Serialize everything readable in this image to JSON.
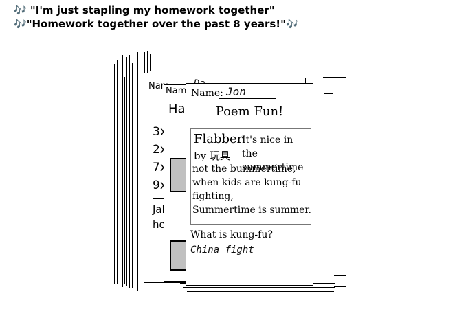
{
  "caption": {
    "line1_note": "🎶",
    "line1_text": "\"I'm just stapling my homework together\"",
    "line2_note_left": "🎶",
    "line2_text": "\"Homework together over the past 8 years!\"",
    "line2_note_right": "🎶"
  },
  "back_sheet": {
    "name_label": "Nam",
    "handwriting_top": "Da",
    "heading": "Ha",
    "problems": [
      "3x",
      "2x",
      "7x",
      "9x"
    ],
    "footer_lines": [
      "Jak",
      "ho"
    ]
  },
  "middle_sheet": {
    "name_label": "Nam"
  },
  "front_sheet": {
    "name_label": "Name:",
    "name_value": "Jon",
    "title": "Poem Fun!",
    "poem_title": "Flabber",
    "poem_author": "by 玩具",
    "poem_side_lines": [
      "It's nice in the",
      "summertime"
    ],
    "poem_lines": [
      "not the bummertime,",
      "when kids are kung-fu",
      "fighting,",
      "Summertime is summer."
    ],
    "question": "What is kung-fu?",
    "answer": "China fight"
  }
}
